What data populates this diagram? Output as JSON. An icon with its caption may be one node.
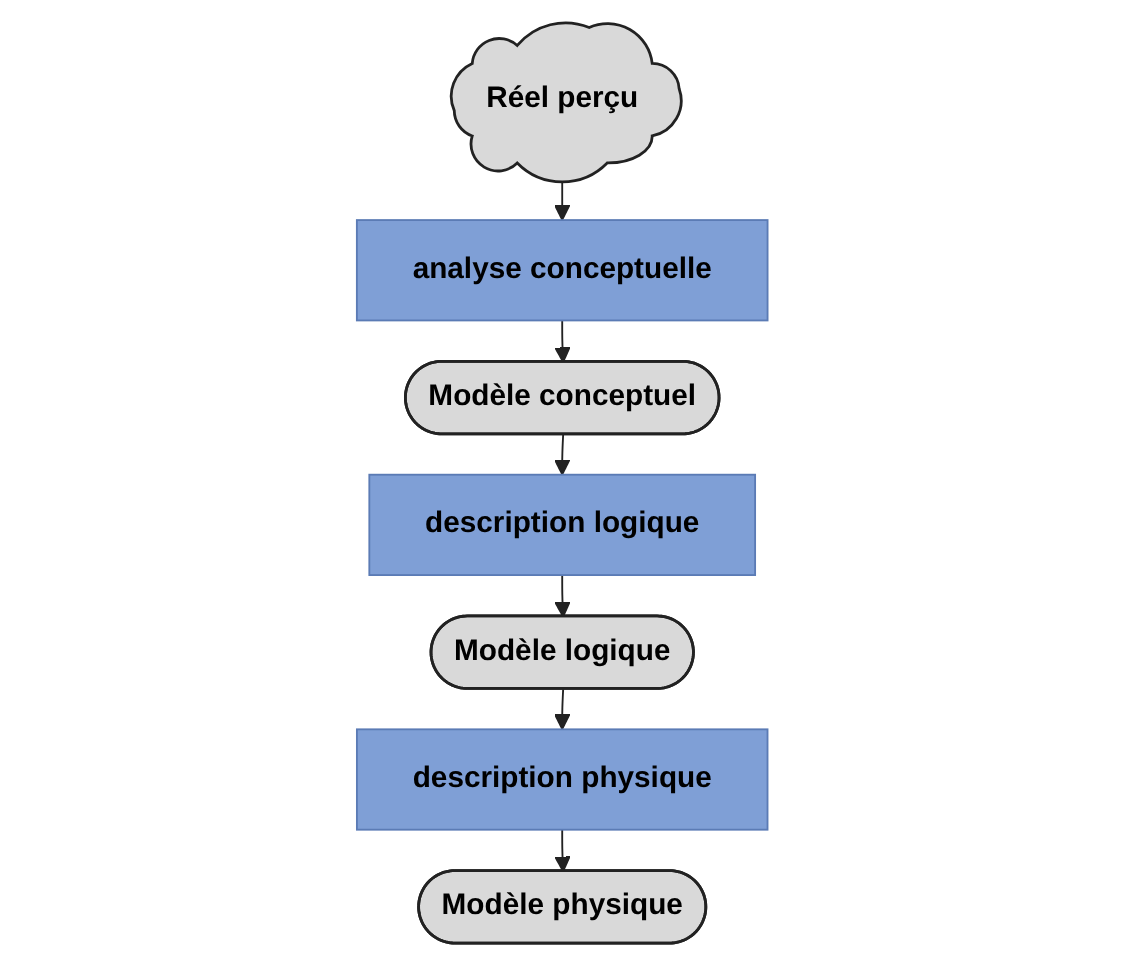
{
  "diagram": {
    "nodes": [
      {
        "text": [
          "Réel perçu"
        ]
      },
      {
        "text": [
          "analyse conceptuelle"
        ]
      },
      {
        "text": [
          "Modèle conceptuel"
        ]
      },
      {
        "text": [
          "description logique"
        ]
      },
      {
        "text": [
          "Modèle logique"
        ]
      },
      {
        "text": [
          "description physique"
        ]
      },
      {
        "text": [
          "Modèle physique"
        ]
      }
    ],
    "edges": [
      {
        "from": 0,
        "to": 1,
        "arrow": "to"
      },
      {
        "from": 1,
        "to": 2,
        "arrow": "to"
      },
      {
        "from": 2,
        "to": 3,
        "arrow": "to"
      },
      {
        "from": 3,
        "to": 4,
        "arrow": "to"
      },
      {
        "from": 4,
        "to": 5,
        "arrow": "to"
      },
      {
        "from": 5,
        "to": 6,
        "arrow": "to"
      }
    ]
  }
}
